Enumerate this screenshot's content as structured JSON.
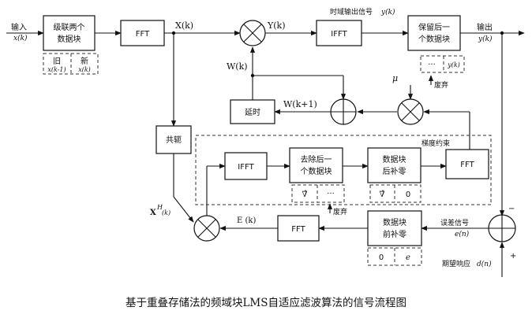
{
  "blocks": {
    "concat": "级联两个\n数据块",
    "fft1": "FFT",
    "ifft1": "IFFT",
    "keep_last": "保留后一\n个数据块",
    "delay": "延时",
    "conj": "共轭",
    "ifft2": "IFFT",
    "remove_last": "去除后一\n个数据块",
    "zero_pad_back": "数据块\n后补零",
    "fft2": "FFT",
    "zero_pad_front": "数据块\n前补零",
    "fft3": "FFT"
  },
  "sub_blocks": {
    "old": "旧",
    "old_sig": "x(k-1)",
    "new": "新",
    "new_sig": "x(k)",
    "ellipsis": "···",
    "y_sig": "y(k)",
    "grad": "∇̂",
    "ellipsis2": "···",
    "grad2": "∇̂",
    "zero": "0",
    "zero2": "0",
    "e": "e"
  },
  "labels": {
    "input": "输入",
    "input_sig": "x(k)",
    "Xk": "X(k)",
    "Yk": "Y(k)",
    "time_out": "时域输出信号",
    "time_out_sig": "y(k)",
    "output": "输出",
    "output_sig": "y(k)",
    "Wk": "W(k)",
    "Wk1": "W(k+1)",
    "mu": "μ",
    "discard": "废弃",
    "gradient_constraint": "梯度约束",
    "XH": "X",
    "XH_sup": "H",
    "XH_arg": "(k)",
    "Ek": "E (k)",
    "discard2": "废弃",
    "minus": "−",
    "error_signal": "误差信号",
    "error_sig": "e(n)",
    "plus": "+",
    "desired": "期望响应",
    "desired_sig": "d(n)"
  },
  "caption": "基于重叠存储法的频域块LMS自适应滤波算法的信号流程图"
}
